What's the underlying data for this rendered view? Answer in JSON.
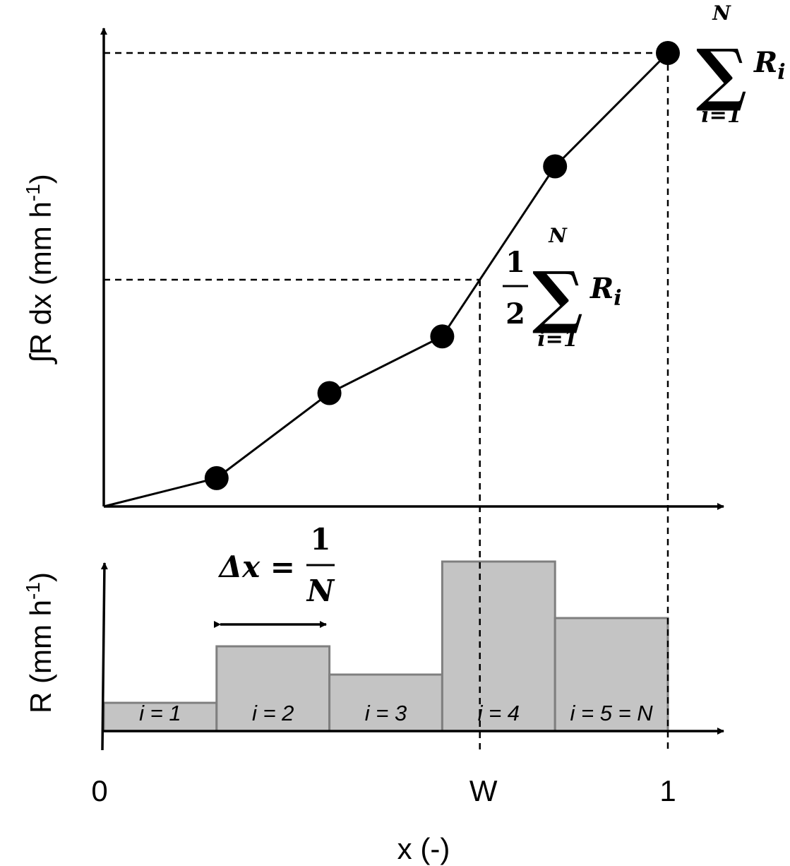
{
  "upper_panel": {
    "y_label": {
      "prefix": "∫R dx (mm h",
      "superscript": "-1",
      "suffix": ")"
    },
    "cumulative_values": [
      0,
      1,
      4,
      6,
      12,
      16
    ],
    "total_annotation": {
      "symbol": "∑",
      "upper": "N",
      "lower": "i=1",
      "term": "R",
      "term_subscript": "i"
    },
    "half_annotation": {
      "numerator": "1",
      "denominator": "2",
      "symbol": "∑",
      "upper": "N",
      "lower": "i=1",
      "term": "R",
      "term_subscript": "i"
    }
  },
  "lower_panel": {
    "y_label": {
      "prefix": "R (mm h",
      "superscript": "-1",
      "suffix": ")"
    },
    "bins": [
      {
        "label": "i = 1",
        "value": 1
      },
      {
        "label": "i = 2",
        "value": 3
      },
      {
        "label": "i = 3",
        "value": 2
      },
      {
        "label": "i = 4",
        "value": 6
      },
      {
        "label": "i = 5 = N",
        "value": 4
      }
    ],
    "delta_annotation": {
      "lhs": "Δx =",
      "numerator": "1",
      "denominator": "N"
    }
  },
  "x_axis": {
    "label": "x (-)",
    "ticks": [
      "0",
      "W",
      "1"
    ],
    "half_point_fraction": 0.6667
  },
  "colors": {
    "line": "#000000",
    "bar_fill": "#c4c4c4",
    "bar_stroke": "#7f7f7f"
  }
}
